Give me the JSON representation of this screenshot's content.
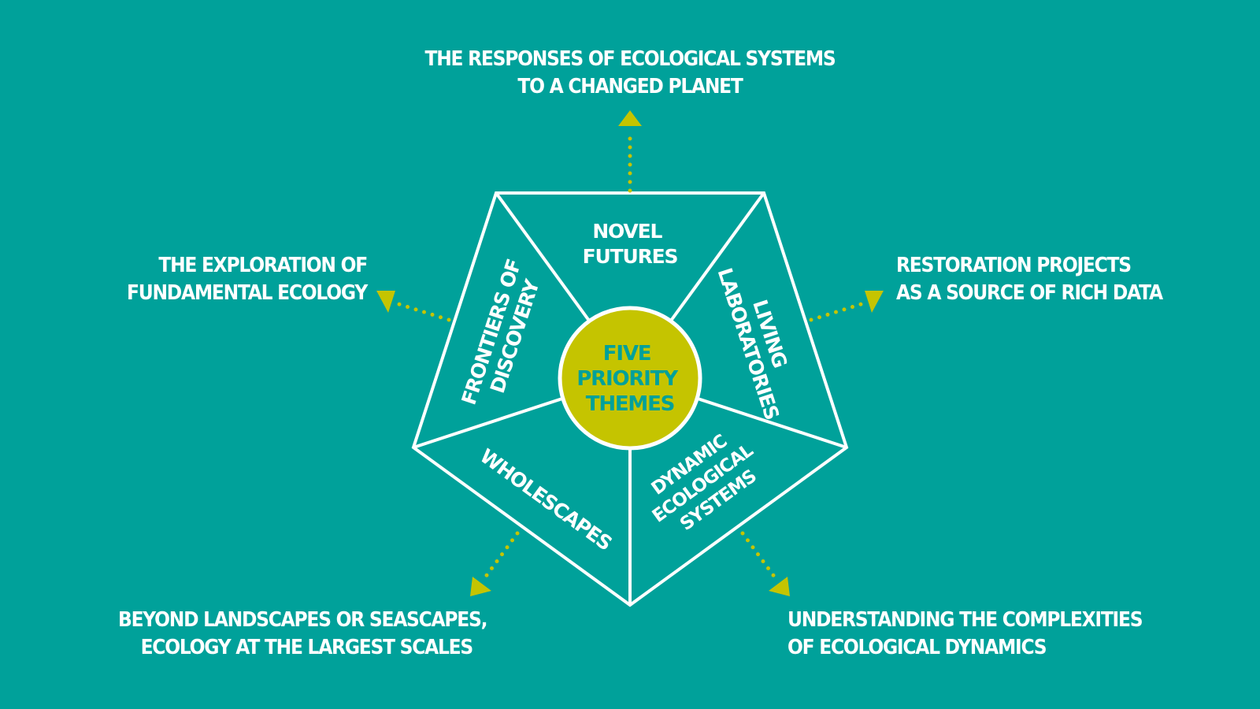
{
  "center": {
    "lines": [
      "FIVE",
      "PRIORITY",
      "THEMES"
    ],
    "fill": "#c5c400",
    "text_color": "#00a19a"
  },
  "themes": [
    {
      "id": "novel-futures",
      "lines": [
        "NOVEL",
        "FUTURES"
      ]
    },
    {
      "id": "living-laboratories",
      "lines": [
        "LIVING",
        "LABORATORIES"
      ]
    },
    {
      "id": "dynamic-ecological-systems",
      "lines": [
        "DYNAMIC",
        "ECOLOGICAL",
        "SYSTEMS"
      ]
    },
    {
      "id": "wholescapes",
      "lines": [
        "WHOLESCAPES"
      ]
    },
    {
      "id": "frontiers-of-discovery",
      "lines": [
        "FRONTIERS OF",
        "DISCOVERY"
      ]
    }
  ],
  "outcomes": {
    "top": {
      "lines": [
        "THE RESPONSES OF ECOLOGICAL SYSTEMS",
        "TO A CHANGED PLANET"
      ]
    },
    "right": {
      "lines": [
        "RESTORATION PROJECTS",
        "AS A SOURCE OF RICH DATA"
      ]
    },
    "bottom_right": {
      "lines": [
        "UNDERSTANDING THE COMPLEXITIES",
        "OF ECOLOGICAL DYNAMICS"
      ]
    },
    "bottom_left": {
      "lines": [
        "BEYOND LANDSCAPES OR SEASCAPES,",
        "ECOLOGY AT THE LARGEST SCALES"
      ]
    },
    "left": {
      "lines": [
        "THE EXPLORATION OF",
        "FUNDAMENTAL ECOLOGY"
      ]
    }
  },
  "colors": {
    "background": "#00a19a",
    "outline": "#ffffff",
    "arrow": "#c5c400",
    "text": "#ffffff"
  }
}
